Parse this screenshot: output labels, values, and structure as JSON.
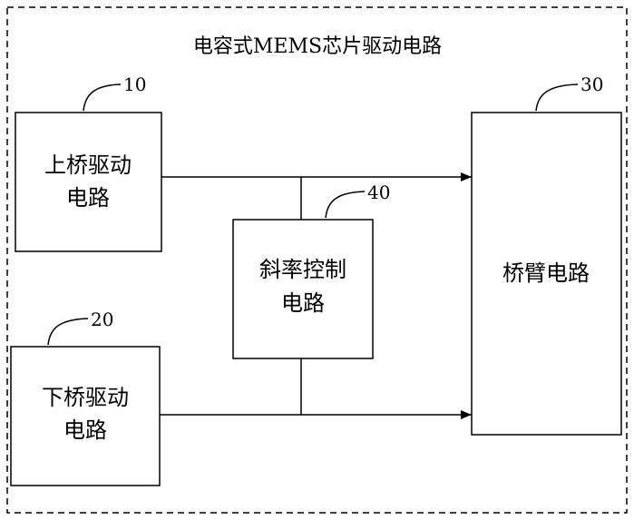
{
  "diagram": {
    "title": "电容式MEMS芯片驱动电路",
    "blocks": {
      "upper_bridge_driver": {
        "ref": "10",
        "line1": "上桥驱动",
        "line2": "电路"
      },
      "lower_bridge_driver": {
        "ref": "20",
        "line1": "下桥驱动",
        "line2": "电路"
      },
      "bridge_arm": {
        "ref": "30",
        "label": "桥臂电路"
      },
      "slope_control": {
        "ref": "40",
        "line1": "斜率控制",
        "line2": "电路"
      }
    },
    "colors": {
      "stroke": "#000000",
      "background": "#ffffff"
    }
  }
}
